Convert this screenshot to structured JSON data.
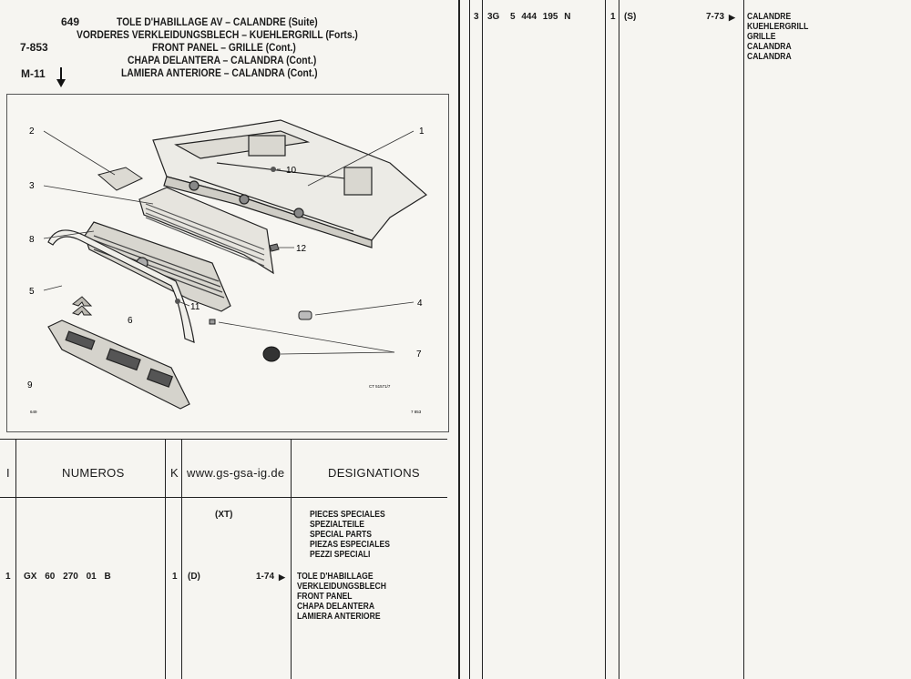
{
  "header": {
    "page_number": "649",
    "ref_code": "7-853",
    "ref_model": "M-11",
    "titles": [
      "TOLE D'HABILLAGE AV – CALANDRE (Suite)",
      "VORDERES VERKLEIDUNGSBLECH – KUEHLERGRILL (Forts.)",
      "FRONT PANEL – GRILLE (Cont.)",
      "CHAPA DELANTERA – CALANDRA (Cont.)",
      "LAMIERA ANTERIORE – CALANDRA (Cont.)"
    ]
  },
  "diagram": {
    "callouts": [
      "1",
      "2",
      "3",
      "4",
      "5",
      "6",
      "7",
      "8",
      "9",
      "10",
      "11",
      "12"
    ],
    "page_mark": "649",
    "ref_mark": "7 853",
    "illustration_code": "CT 51571/7"
  },
  "table_header": {
    "col_i": "I",
    "col_numeros": "NUMEROS",
    "col_k": "K",
    "website": "www.gs-gsa-ig.de",
    "col_designations": "DESIGNATIONS"
  },
  "left_table": {
    "section_code": "(XT)",
    "section_lines": [
      "PIECES SPECIALES",
      "SPEZIALTEILE",
      "SPECIAL PARTS",
      "PIEZAS ESPECIALES",
      "PEZZI SPECIALI"
    ],
    "row1": {
      "index": "1",
      "part_number": "GX 60 270 01 B",
      "qty": "1",
      "code": "(D)",
      "date": "1-74",
      "marker": "▶",
      "designations": [
        "TOLE D'HABILLAGE",
        "VERKLEIDUNGSBLECH",
        "FRONT PANEL",
        "CHAPA DELANTERA",
        "LAMIERA ANTERIORE"
      ]
    }
  },
  "right_table": {
    "row1": {
      "index": "3",
      "prefix": "3G",
      "part_number": "5 444 195 N",
      "qty": "1",
      "code": "(S)",
      "date": "7-73",
      "marker": "▶",
      "designations": [
        "CALANDRE",
        "KUEHLERGRILL",
        "GRILLE",
        "CALANDRA",
        "CALANDRA"
      ]
    }
  }
}
